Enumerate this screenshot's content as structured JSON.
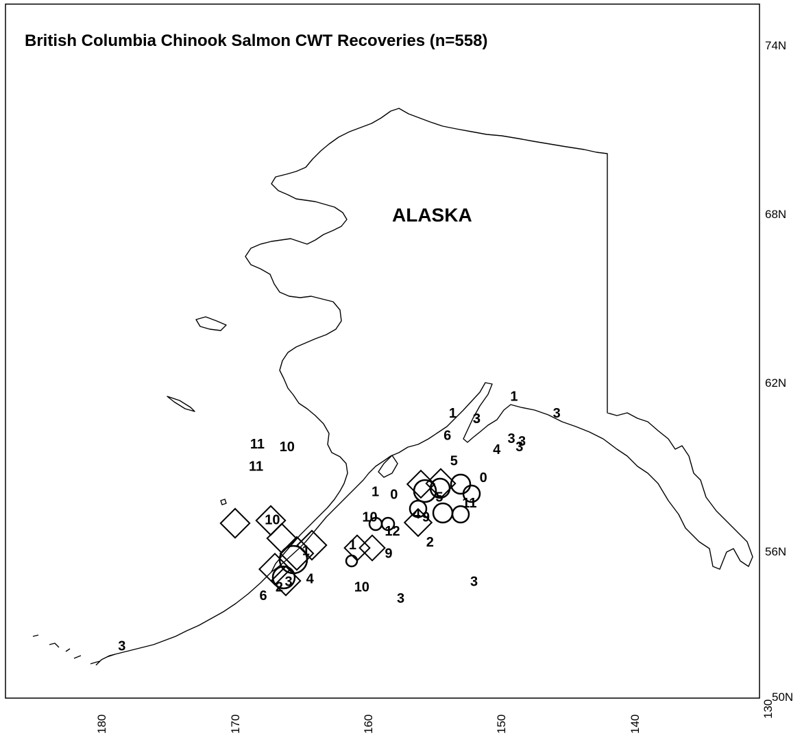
{
  "map": {
    "title": "British Columbia Chinook Salmon CWT Recoveries (n=558)",
    "region_label": "ALASKA",
    "lat_labels": [
      "74N",
      "68N",
      "62N",
      "56N",
      "50N"
    ],
    "lon_labels": [
      "180",
      "170",
      "160",
      "150",
      "140",
      "130"
    ],
    "recoveries": [
      {
        "label": "11",
        "lon": -168.7,
        "lat": 58.9
      },
      {
        "label": "10",
        "lon": -166.5,
        "lat": 58.8
      },
      {
        "label": "11",
        "lon": -168.8,
        "lat": 58.1
      },
      {
        "label": "1",
        "lon": -159.6,
        "lat": 57.2
      },
      {
        "label": "1",
        "lon": -153.8,
        "lat": 60.0
      },
      {
        "label": "3",
        "lon": -152.0,
        "lat": 59.8
      },
      {
        "label": "3",
        "lon": -152.0,
        "lat": 59.8
      },
      {
        "label": "1",
        "lon": -149.2,
        "lat": 60.6
      },
      {
        "label": "3",
        "lon": -146.0,
        "lat": 60.0
      },
      {
        "label": "6",
        "lon": -154.2,
        "lat": 59.2
      },
      {
        "label": "3",
        "lon": -149.4,
        "lat": 59.1
      },
      {
        "label": "3",
        "lon": -148.6,
        "lat": 59.0
      },
      {
        "label": "3",
        "lon": -148.8,
        "lat": 58.8
      },
      {
        "label": "4",
        "lon": -150.5,
        "lat": 58.7
      },
      {
        "label": "0",
        "lon": -151.5,
        "lat": 57.7
      },
      {
        "label": "5",
        "lon": -154.8,
        "lat": 57.0
      },
      {
        "label": "11",
        "lon": -152.8,
        "lat": 56.8
      },
      {
        "label": "4",
        "lon": -156.5,
        "lat": 56.4
      },
      {
        "label": "9",
        "lon": -155.8,
        "lat": 56.3
      },
      {
        "label": "12",
        "lon": -158.6,
        "lat": 55.8
      },
      {
        "label": "2",
        "lon": -155.5,
        "lat": 55.4
      },
      {
        "label": "9",
        "lon": -158.6,
        "lat": 55.0
      },
      {
        "label": "10",
        "lon": -167.6,
        "lat": 56.2
      },
      {
        "label": "1",
        "lon": -164.8,
        "lat": 55.1
      },
      {
        "label": "4",
        "lon": -164.5,
        "lat": 54.1
      },
      {
        "label": "3",
        "lon": -166.1,
        "lat": 54.0
      },
      {
        "label": "2",
        "lon": -166.8,
        "lat": 53.8
      },
      {
        "label": "6",
        "lon": -168.0,
        "lat": 53.5
      },
      {
        "label": "10",
        "lon": -160.9,
        "lat": 53.8
      },
      {
        "label": "3",
        "lon": -157.7,
        "lat": 53.4
      },
      {
        "label": "3",
        "lon": -152.2,
        "lat": 54.0
      },
      {
        "label": "3",
        "lon": -178.6,
        "lat": 51.7
      },
      {
        "label": "1",
        "lon": -161.3,
        "lat": 55.3
      },
      {
        "label": "10",
        "lon": -160.3,
        "lat": 56.3
      },
      {
        "label": "0",
        "lon": -158.2,
        "lat": 57.1
      },
      {
        "label": "5",
        "lon": -153.7,
        "lat": 58.3
      }
    ]
  }
}
